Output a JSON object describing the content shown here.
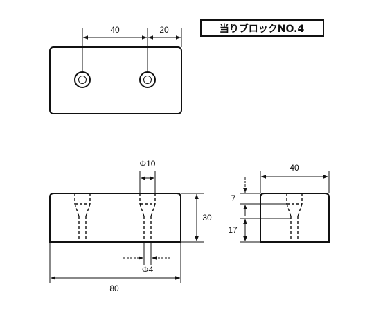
{
  "title": "当りブロックNO.4",
  "top_view": {
    "dim_spacing": "40",
    "dim_edge": "20"
  },
  "front_view": {
    "dim_hole_large": "Φ10",
    "dim_height": "30",
    "dim_hole_small": "Φ4",
    "dim_length": "80"
  },
  "side_view": {
    "dim_width": "40",
    "dim_counterbore_depth": "7",
    "dim_lower_depth": "17"
  }
}
